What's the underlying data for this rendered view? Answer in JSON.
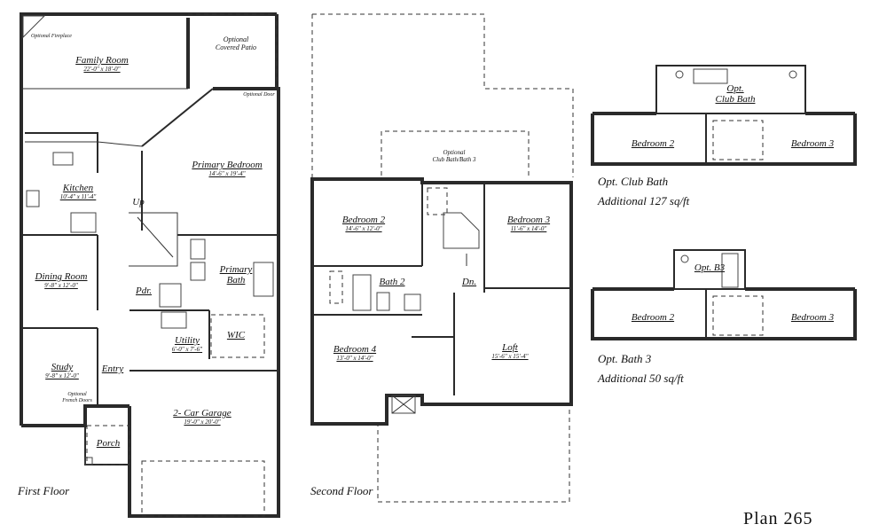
{
  "plan_title": "Plan 265",
  "first_floor": {
    "caption": "First Floor",
    "rooms": {
      "family_room": {
        "name": "Family Room",
        "dim": "22'-0\" x 18'-0\""
      },
      "kitchen": {
        "name": "Kitchen",
        "dim": "10'-4\" x 11'-4\""
      },
      "dining_room": {
        "name": "Dining Room",
        "dim": "9'-8\" x 12'-0\""
      },
      "study": {
        "name": "Study",
        "dim": "9'-8\" x 12'-0\""
      },
      "primary_bedroom": {
        "name": "Primary Bedroom",
        "dim": "14'-6\" x 19'-4\""
      },
      "primary_bath": {
        "name_line1": "Primary",
        "name_line2": "Bath"
      },
      "pdr": {
        "name": "Pdr."
      },
      "utility": {
        "name": "Utility",
        "dim": "6'-0\" x 7'-6\""
      },
      "wic": {
        "name": "WIC"
      },
      "entry": {
        "name": "Entry"
      },
      "porch": {
        "name": "Porch"
      },
      "garage": {
        "name": "2- Car Garage",
        "dim": "19'-0\" x 20'-0\""
      }
    },
    "notes": {
      "fireplace": "Optional Fireplace",
      "patio_line1": "Optional",
      "patio_line2": "Covered Patio",
      "door": "Optional Door",
      "french_line1": "Optional",
      "french_line2": "French Doors",
      "up": "Up"
    }
  },
  "second_floor": {
    "caption": "Second Floor",
    "rooms": {
      "bedroom2": {
        "name": "Bedroom 2",
        "dim": "14'-6\" x 12'-0\""
      },
      "bedroom3": {
        "name": "Bedroom 3",
        "dim": "11'-6\" x 14'-0\""
      },
      "bedroom4": {
        "name": "Bedroom 4",
        "dim": "13'-0\" x 14'-0\""
      },
      "bath2": {
        "name": "Bath 2"
      },
      "loft": {
        "name": "Loft",
        "dim": "15'-6\" x 15'-4\""
      },
      "dn": {
        "name": "Dn."
      }
    },
    "notes": {
      "club_line1": "Optional",
      "club_line2": "Club Bath/Bath 3"
    }
  },
  "option_club_bath": {
    "bedroom2": "Bedroom 2",
    "bedroom3": "Bedroom 3",
    "bath_line1": "Opt.",
    "bath_line2": "Club Bath",
    "caption": "Opt. Club Bath",
    "additional": "Additional 127 sq/ft"
  },
  "option_bath3": {
    "bedroom2": "Bedroom 2",
    "bedroom3": "Bedroom 3",
    "bath": "Opt. B3",
    "caption": "Opt. Bath 3",
    "additional": "Additional 50 sq/ft"
  }
}
